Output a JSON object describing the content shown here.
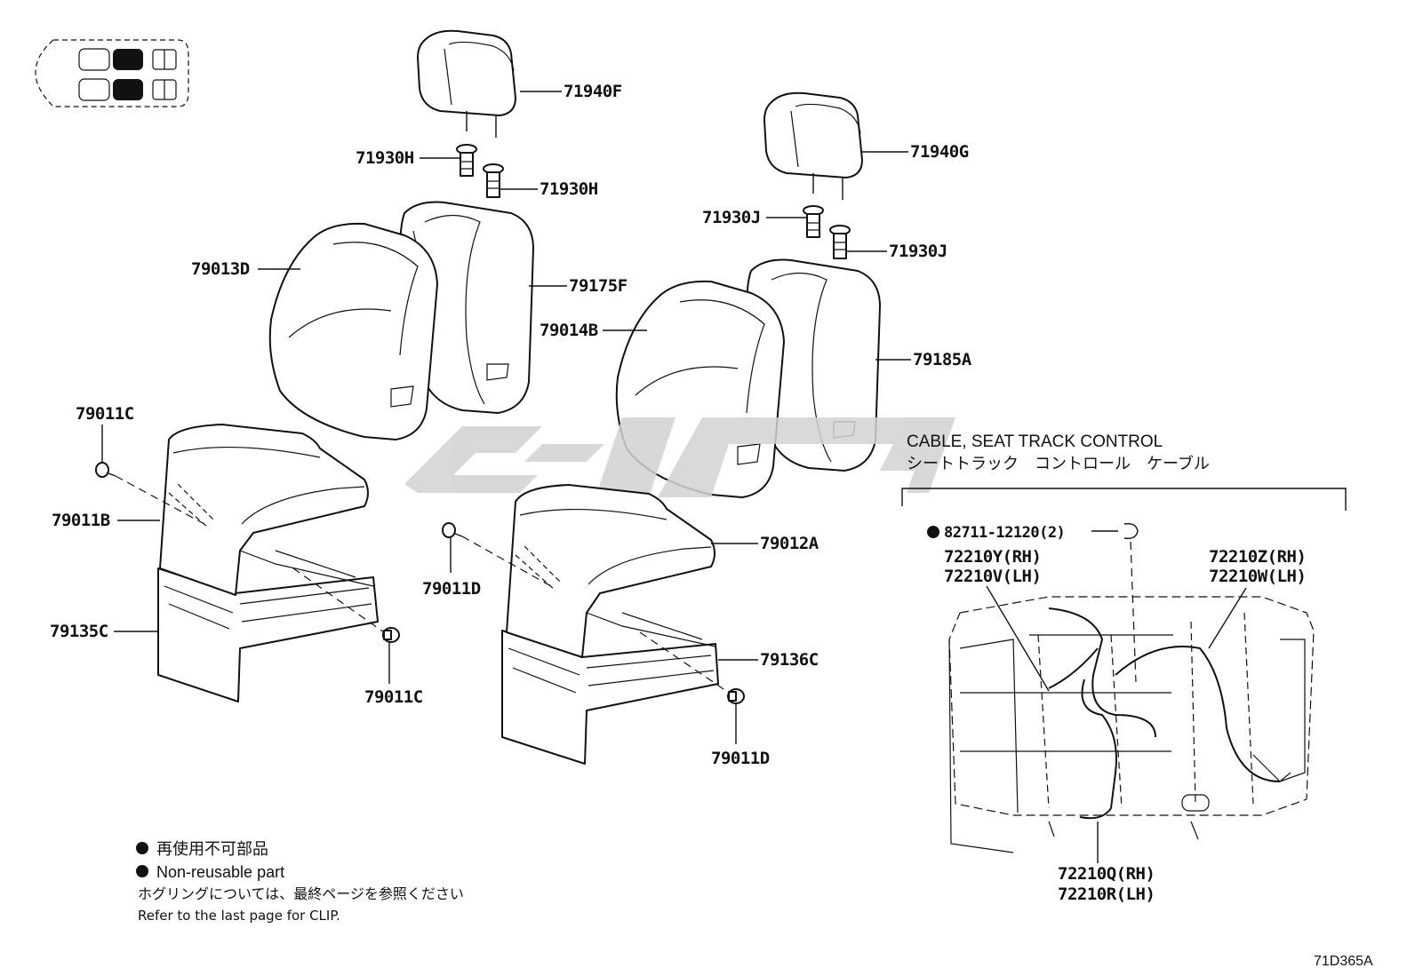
{
  "labels": {
    "hr_left": "71940F",
    "pin_left_a": "71930H",
    "pin_left_b": "71930H",
    "hr_right": "71940G",
    "pin_right_a": "71930J",
    "pin_right_b": "71930J",
    "back_cover_left": "79013D",
    "back_pad_left": "79175F",
    "back_cover_right": "79014B",
    "back_pad_right": "79185A",
    "clip_left_top": "79011C",
    "cushion_cover_left": "79011B",
    "cushion_pad_left": "79135C",
    "clip_left_bottom": "79011C",
    "clip_right_top": "79011D",
    "cushion_cover_right": "79012A",
    "cushion_pad_right": "79136C",
    "clip_right_bottom": "79011D"
  },
  "cable_section": {
    "title_en": "CABLE, SEAT TRACK CONTROL",
    "title_jp": "シートトラック　コントロール　ケーブル",
    "clip_part": "82711-12120(2)",
    "left_top_rh": "72210Y(RH)",
    "left_top_lh": "72210V(LH)",
    "right_top_rh": "72210Z(RH)",
    "right_top_lh": "72210W(LH)",
    "bottom_rh": "72210Q(RH)",
    "bottom_lh": "72210R(LH)"
  },
  "notes": {
    "nonreusable_jp": "再使用不可部品",
    "nonreusable_en": "Non-reusable part",
    "clip_ref_jp": "ホグリングについては、最終ページを参照ください",
    "clip_ref_en": "Refer to the last page for CLIP."
  },
  "diagram_code": "71D365A",
  "colors": {
    "ink": "#111111",
    "watermark": "#d2d2d2"
  }
}
